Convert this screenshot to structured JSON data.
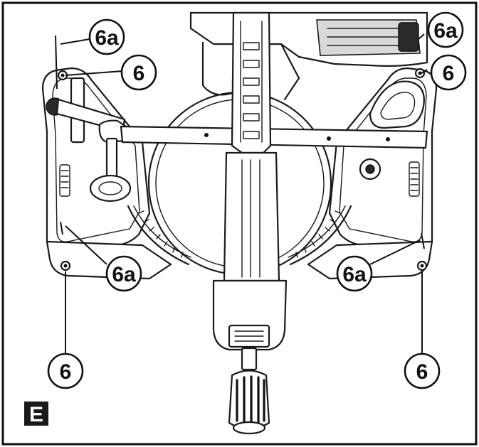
{
  "figure_letter": "E",
  "callouts": [
    {
      "id": "c1",
      "label": "6a"
    },
    {
      "id": "c2",
      "label": "6"
    },
    {
      "id": "c3",
      "label": "6a"
    },
    {
      "id": "c4",
      "label": "6"
    },
    {
      "id": "c5",
      "label": "6a"
    },
    {
      "id": "c6",
      "label": "6a"
    },
    {
      "id": "c7",
      "label": "6"
    },
    {
      "id": "c8",
      "label": "6"
    }
  ],
  "colors": {
    "line": "#1a1a1a",
    "background": "#ffffff",
    "badge": "#1a1a1a"
  }
}
